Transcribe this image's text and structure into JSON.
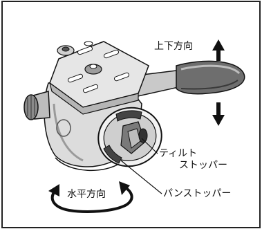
{
  "labels": {
    "up_down": "上下方向",
    "horizontal": "水平方向",
    "tilt_stopper_line1": "ティルト",
    "tilt_stopper_line2": "ストッパー",
    "pan_stopper": "パンストッパー"
  },
  "colors": {
    "ink": "#111111",
    "body_gray": "#d9d9d9",
    "shadow_gray": "#a6a6a6",
    "dark_gray": "#5a5a5a",
    "frame_border": "#222222"
  }
}
